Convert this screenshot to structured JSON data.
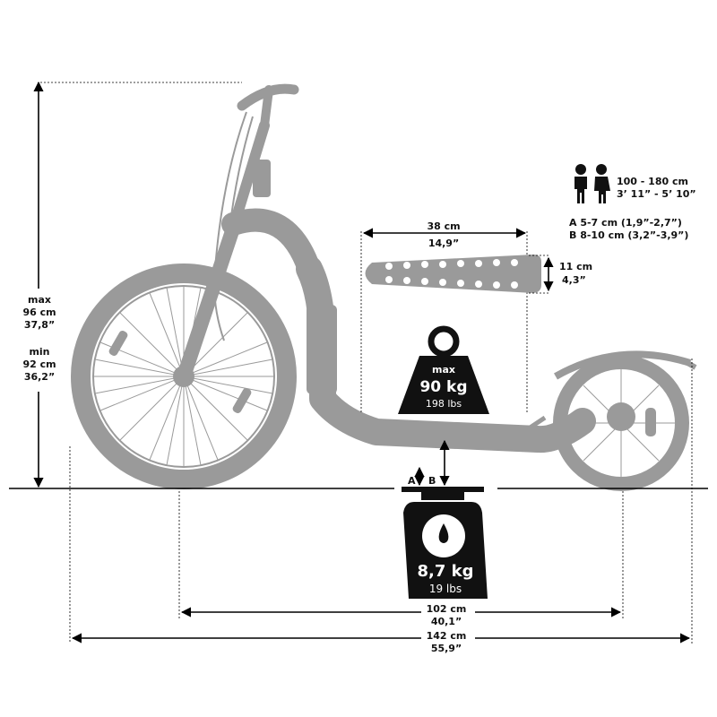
{
  "height": {
    "max_label": "max",
    "max_cm": "96 cm",
    "max_in": "37,8”",
    "min_label": "min",
    "min_cm": "92 cm",
    "min_in": "36,2”"
  },
  "rider": {
    "height_cm": "100 - 180 cm",
    "height_in": "3’ 11” - 5’ 10”"
  },
  "clearance": {
    "a_text": "A 5-7 cm (1,9”-2,7”)",
    "b_text": "B 8-10 cm (3,2”-3,9”)",
    "a_marker": "A",
    "b_marker": "B"
  },
  "deck": {
    "length_cm": "38 cm",
    "length_in": "14,9”",
    "width_cm": "11 cm",
    "width_in": "4,3”"
  },
  "max_load": {
    "label": "max",
    "kg": "90 kg",
    "lbs": "198 lbs"
  },
  "weight": {
    "kg": "8,7 kg",
    "lbs": "19 lbs"
  },
  "wheelbase": {
    "cm": "102 cm",
    "in": "40,1”"
  },
  "total_length": {
    "cm": "142 cm",
    "in": "55,9”"
  },
  "colors": {
    "scooter": "#9a9a9a",
    "dimension_lines": "#000000",
    "icon_fill": "#111111"
  }
}
